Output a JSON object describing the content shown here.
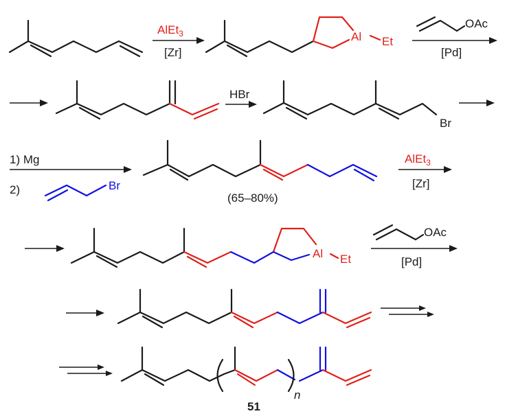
{
  "reagents": {
    "step1_top": "AlEt",
    "step1_top_sub": "3",
    "step1_bottom": "[Zr]",
    "al_label": "Al",
    "et_label": "Et",
    "allyl_oac": "OAc",
    "pd": "[Pd]",
    "hbr": "HBr",
    "br_label": "Br",
    "mg_step": "1) Mg",
    "allyl_br_prefix": "2)",
    "allyl_br_label": "Br",
    "yield": "(65–80%)",
    "step6_top": "AlEt",
    "step6_top_sub": "3",
    "step6_bottom": "[Zr]",
    "al_label_2": "Al",
    "et_label_2": "Et",
    "allyl_oac_2": "OAc",
    "pd_2": "[Pd]"
  },
  "product": {
    "compound_number": "51",
    "repeat_subscript": "n"
  },
  "colors": {
    "black": "#1a1a1a",
    "red": "#e0201a",
    "blue": "#1010e0"
  }
}
